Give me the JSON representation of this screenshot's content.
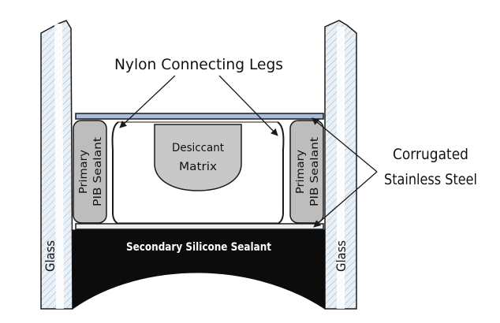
{
  "labels": {
    "nylon_legs": "Nylon Connecting Legs",
    "corrugated_line1": "Corrugated",
    "corrugated_line2": "Stainless Steel",
    "desiccant_line1": "Desiccant",
    "desiccant_line2": "Matrix",
    "primary_line1": "Primary",
    "primary_line2": "PIB Sealant",
    "secondary_sealant": "Secondary Silicone Sealant",
    "glass": "Glass"
  },
  "colors": {
    "glass_fill": "#e6eef5",
    "glass_hatch": "#8aa3b8",
    "steel": "#9bb6dc",
    "sealant_gray": "#bdbdbd",
    "desiccant_gray": "#c8c8c8",
    "secondary_black": "#0c0c0c",
    "outline": "#1a1a1a"
  }
}
